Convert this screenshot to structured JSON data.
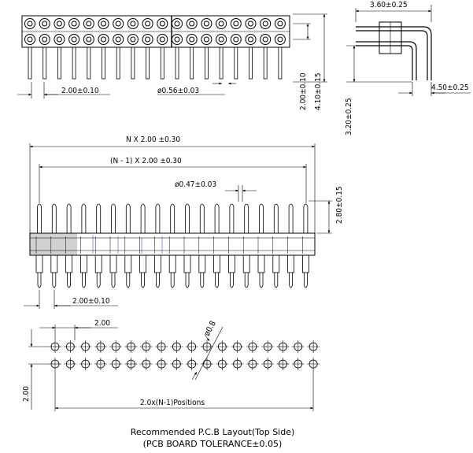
{
  "dimensions": {
    "top_pitch": "2.00±0.10",
    "top_pin_dia": "ø0.56±0.03",
    "top_row_spacing": "2.00±0.10",
    "top_height": "4.10±0.15",
    "side_width": "3.60±0.25",
    "side_tail": "4.50±0.25",
    "side_height": "3.20±0.25",
    "front_total": "N X 2.00 ±0.30",
    "front_span": "(N - 1) X 2.00 ±0.30",
    "front_pin_dia": "ø0.47±0.03",
    "front_pin_len": "2.80±0.15",
    "front_pitch": "2.00±0.10",
    "pcb_pitch": "2.00",
    "pcb_hole": "ø0.8",
    "pcb_row": "2.00",
    "pcb_positions": "2.0x(N-1)Positions"
  },
  "caption": {
    "line1": "Recommended P.C.B Layout(Top Side)",
    "line2": "(PCB BOARD TOLERANCE±0.05)"
  },
  "colors": {
    "line": "#000000",
    "accent": "#3344aa"
  }
}
